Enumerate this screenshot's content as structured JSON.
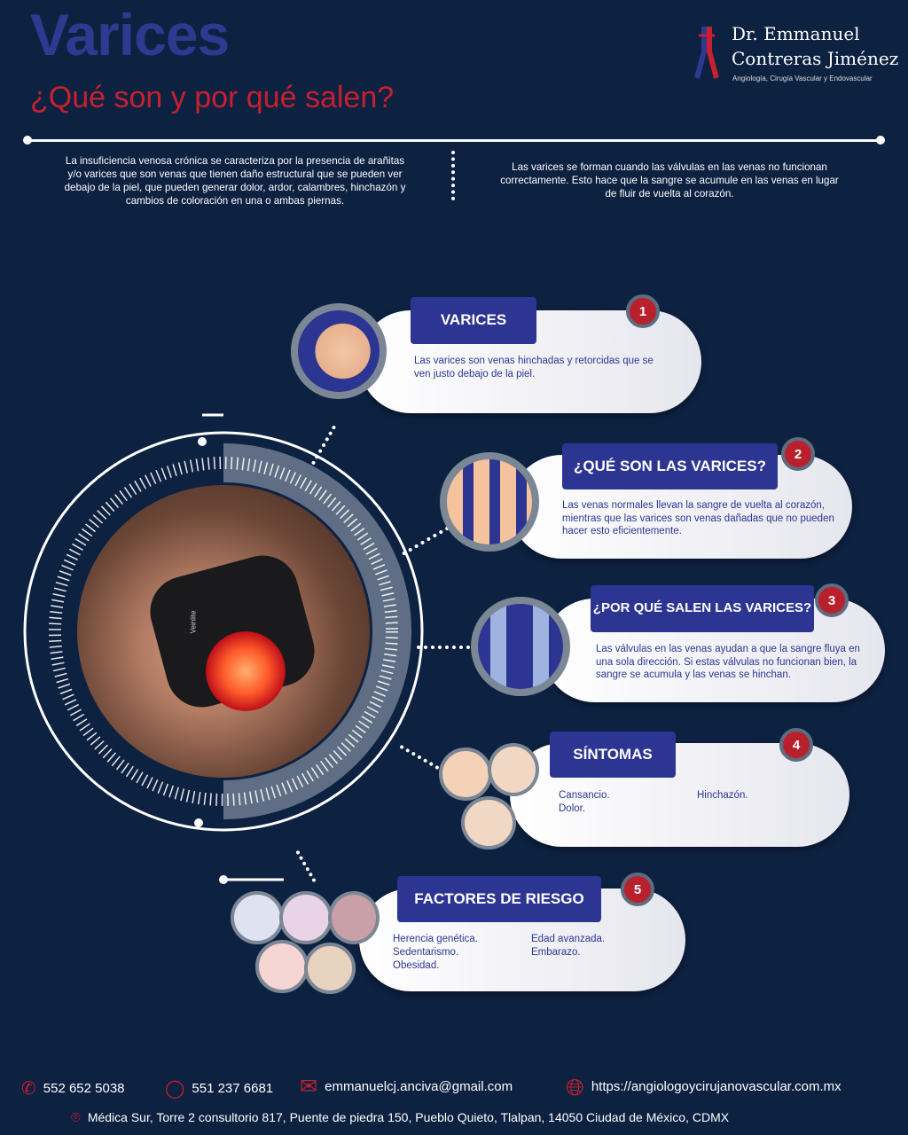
{
  "header": {
    "title": "Varices",
    "subtitle": "¿Qué son y por qué salen?"
  },
  "logo": {
    "name_line1": "Dr. Emmanuel",
    "name_line2": "Contreras Jiménez",
    "specialty": "Angiología, Cirugía Vascular y Endovascular"
  },
  "intro": {
    "left": "La insuficiencia venosa crónica se caracteriza por la presencia de arañitas y/o varices que son venas que tienen daño estructural que se pueden ver debajo de la piel, que pueden generar dolor, ardor, calambres, hinchazón y cambios de coloración en una o ambas piernas.",
    "right": "Las varices se forman cuando las válvulas en las venas no funcionan correctamente. Esto hace que la sangre se acumule en las venas en lugar de fluir de vuelta al corazón."
  },
  "photo": {
    "device_label": "Veinlite"
  },
  "cards": [
    {
      "number": "1",
      "title": "VARICES",
      "text": "Las varices son venas hinchadas y retorcidas que se ven justo debajo de la piel."
    },
    {
      "number": "2",
      "title": "¿QUÉ SON LAS VARICES?",
      "text": "Las venas normales llevan la sangre de vuelta al corazón, mientras que las varices son venas dañadas que no pueden hacer esto eficientemente."
    },
    {
      "number": "3",
      "title": "¿POR QUÉ SALEN LAS VARICES?",
      "text": "Las válvulas en las venas ayudan a que la sangre fluya en una sola dirección. Si estas válvulas no funcionan bien, la sangre se acumula y las venas se hinchan."
    },
    {
      "number": "4",
      "title": "SÍNTOMAS",
      "items": [
        "Cansancio.",
        "Dolor.",
        "Hinchazón."
      ]
    },
    {
      "number": "5",
      "title": "FACTORES DE RIESGO",
      "items": [
        "Herencia genética.",
        "Sedentarismo.",
        "Obesidad.",
        "Edad avanzada.",
        "Embarazo."
      ]
    }
  ],
  "footer": {
    "phone": "552 652 5038",
    "whatsapp": "551 237 6681",
    "email": "emmanuelcj.anciva@gmail.com",
    "website": "https://angiologoycirujanovascular.com.mx",
    "address": "Médica Sur, Torre 2 consultorio 817, Puente de piedra 150, Pueblo Quieto, Tlalpan, 14050 Ciudad de México, CDMX"
  },
  "colors": {
    "background": "#0d2141",
    "accent_blue": "#2d3592",
    "accent_red": "#c8202f"
  }
}
